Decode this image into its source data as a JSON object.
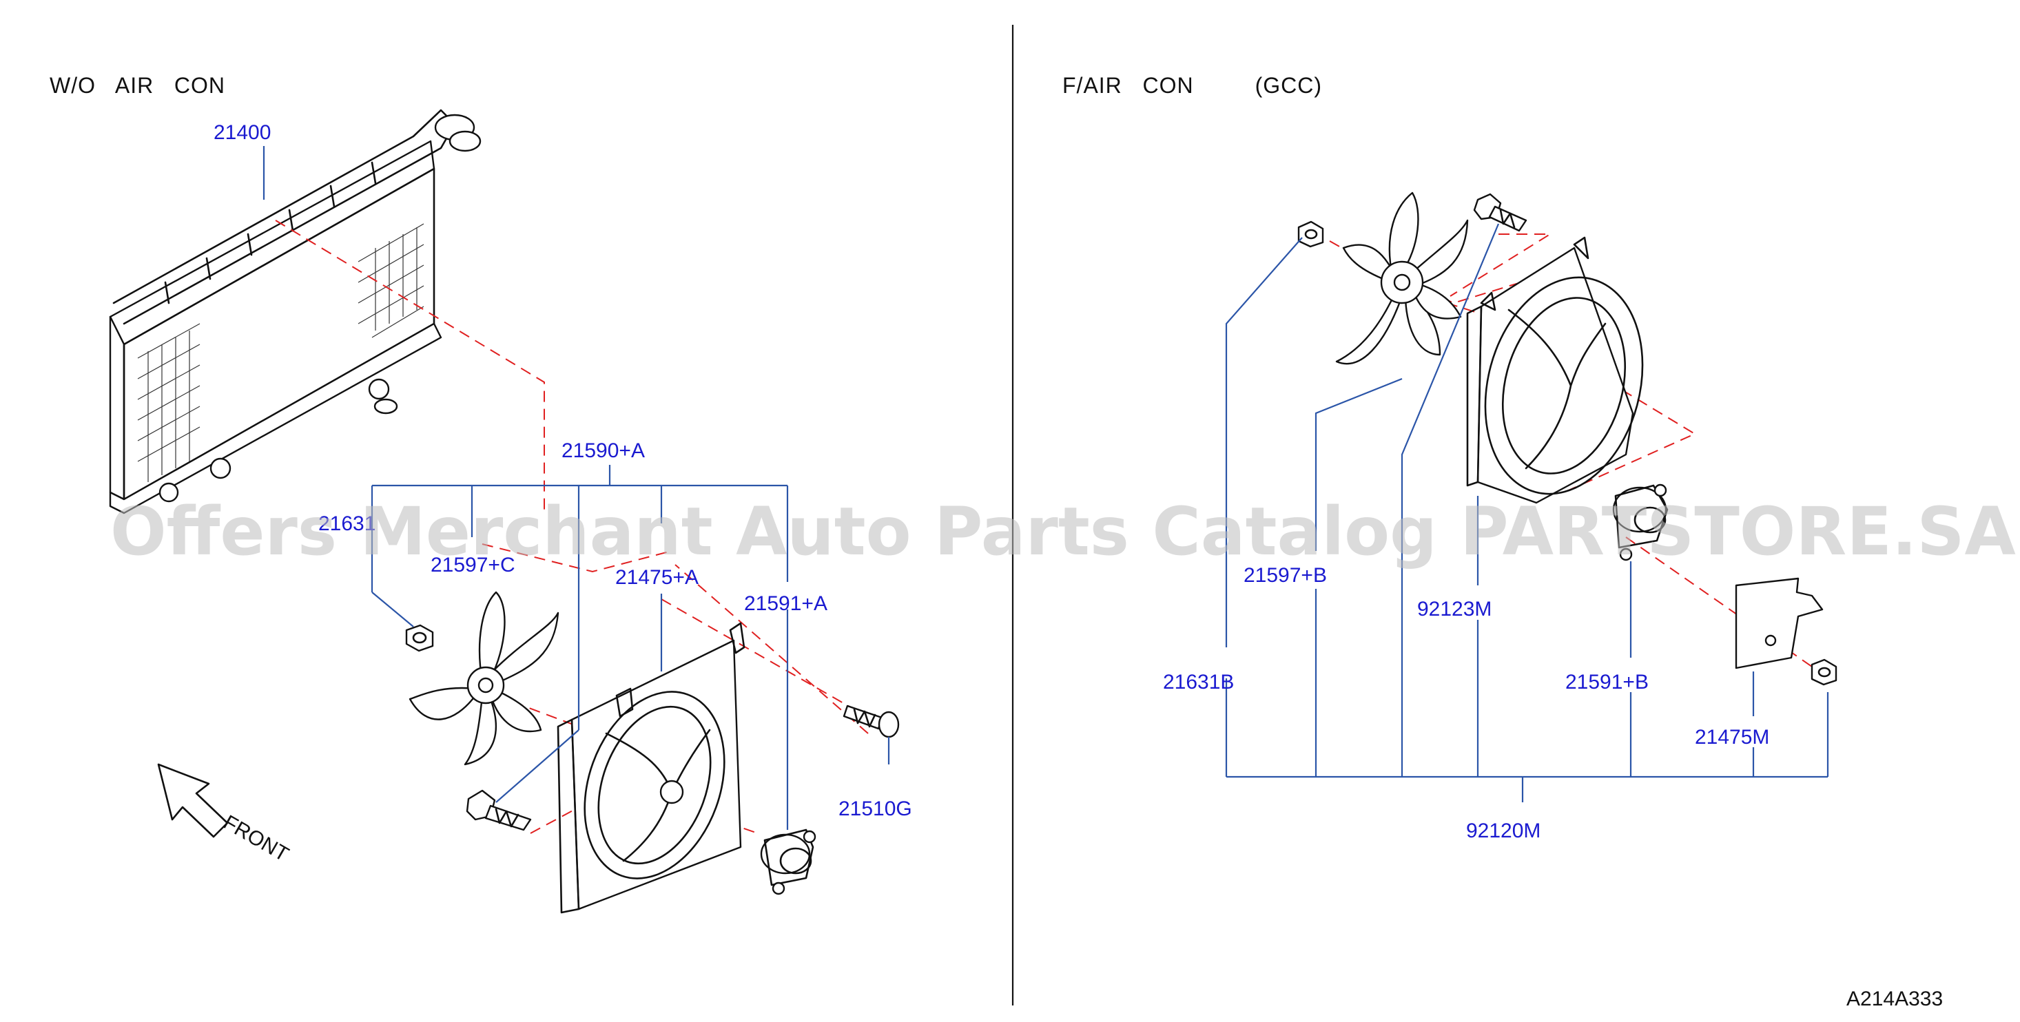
{
  "panels": {
    "left": {
      "heading": "W/O   AIR   CON"
    },
    "right": {
      "heading": "F/AIR   CON         (GCC)"
    }
  },
  "parts": {
    "p21400": "21400",
    "p21590A": "21590+A",
    "p21631": "21631",
    "p21597C": "21597+C",
    "p21475A": "21475+A",
    "p21591A": "21591+A",
    "p21510G": "21510G",
    "p21597B": "21597+B",
    "p92123M": "92123M",
    "p21631B": "21631B",
    "p21591B": "21591+B",
    "p21475M": "21475M",
    "p92120M": "92120M"
  },
  "front_label": "FRONT",
  "diagram_code": "A214A333",
  "watermark": "Offers Merchant Auto Parts Catalog PARTSTORE.SA",
  "colors": {
    "label": "#1a1ad0",
    "leader": "#2b55a8",
    "dashed": "#e02020",
    "watermark": "#bdbdbd"
  }
}
